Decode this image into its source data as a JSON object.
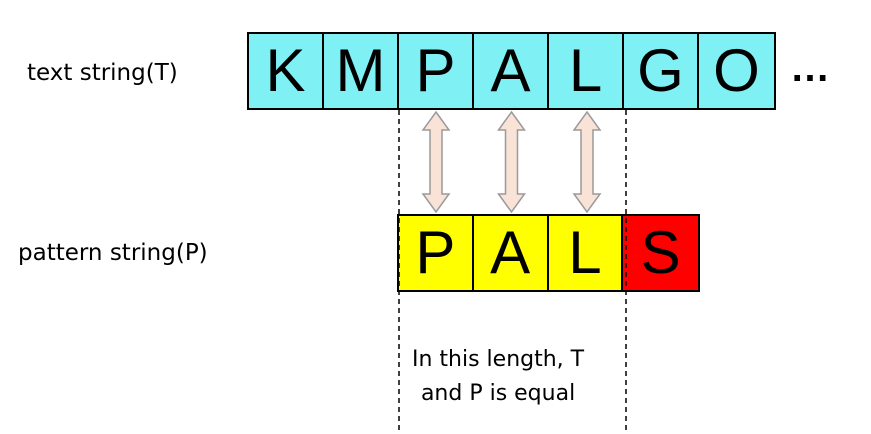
{
  "text_row": {
    "label": "text string(T)",
    "chars": [
      "K",
      "M",
      "P",
      "A",
      "L",
      "G",
      "O"
    ],
    "ellipsis": "…",
    "fill": "#7ff0f4"
  },
  "pattern_row": {
    "label": "pattern string(P)",
    "chars": [
      "P",
      "A",
      "L",
      "S"
    ],
    "fill_match": "#ffff00",
    "fill_mismatch": "#ff0000",
    "mismatch_index": 3
  },
  "note": {
    "line1": "In this length, T",
    "line2": "and P is equal"
  },
  "arrow_fill": "#f9e3d7",
  "arrow_stroke": "#9a9a9a"
}
